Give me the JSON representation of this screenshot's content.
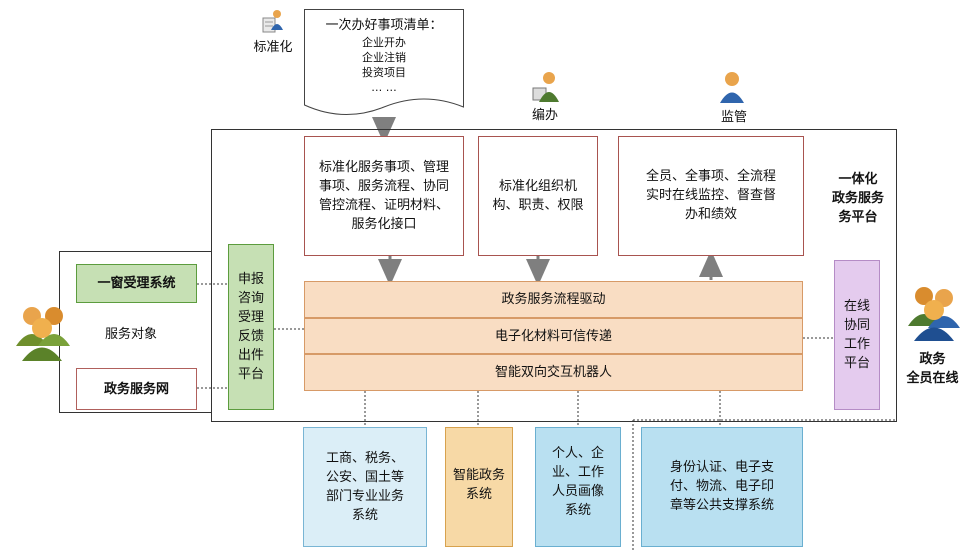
{
  "standardization": {
    "label": "标准化",
    "document_title": "一次办好事项清单：",
    "document_items": [
      "企业开办",
      "企业注销",
      "投资项目",
      "… …"
    ]
  },
  "roles": {
    "staffing": "编办",
    "supervision": "监管"
  },
  "platform_title": "一体化\n政务服务\n务平台",
  "top_boxes": {
    "standard_services": "标准化服务事项、管理\n事项、服务流程、协同\n管控流程、证明材料、\n服务化接口",
    "organization": "标准化组织机\n构、职责、权限",
    "monitoring": "全员、全事项、全流程\n实时在线监控、督查督\n办和绩效"
  },
  "core_layers": [
    "政务服务流程驱动",
    "电子化材料可信传递",
    "智能双向交互机器人"
  ],
  "left": {
    "window_system": "一窗受理系统",
    "service_target": "服务对象",
    "gov_network": "政务服务网",
    "portal": "申报\n咨询\n受理\n反馈\n出件\n平台"
  },
  "right": {
    "collab_platform": "在线\n协同\n工作\n平台",
    "staff_label": "政务\n全员在线"
  },
  "bottom_boxes": {
    "departments": "工商、税务、\n公安、国土等\n部门专业业务\n系统",
    "smart_gov": "智能政务\n系统",
    "profiles": "个人、企\n业、工作\n人员画像\n系统",
    "support": "身份认证、电子支\n付、物流、电子印\n章等公共支撑系统"
  },
  "colors": {
    "green_fill": "#c6e0b4",
    "orange_fill": "#f9ddc3",
    "purple_fill": "#e4cbee",
    "blue_fill": "#dbeef7",
    "gold_fill": "#f7d9a6",
    "red_border": "#a8534f"
  }
}
